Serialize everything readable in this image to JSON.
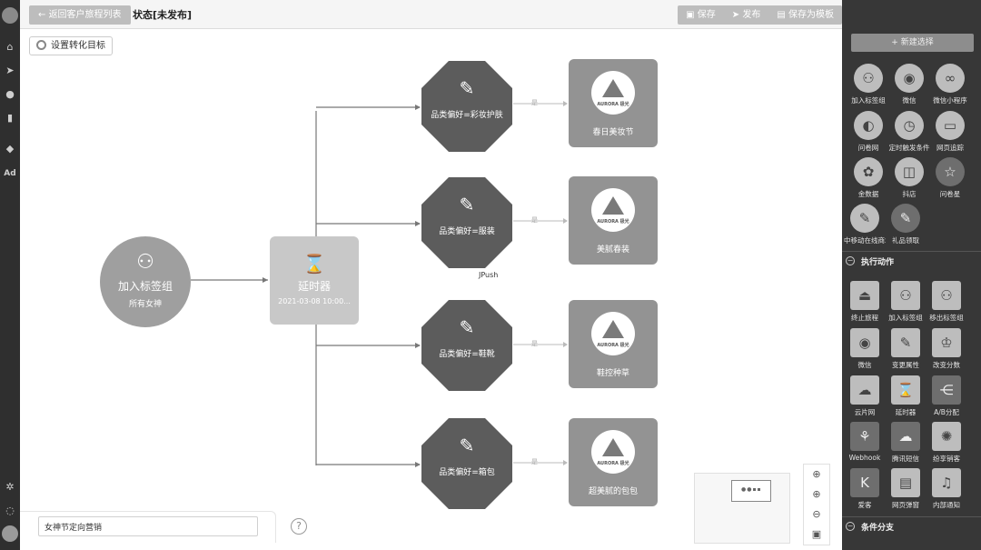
{
  "topbar": {
    "back_label": "返回客户旅程列表",
    "status_label": "状态[未发布]",
    "actions": [
      {
        "icon": "save-icon",
        "label": "保存"
      },
      {
        "icon": "send-icon",
        "label": "发布"
      },
      {
        "icon": "template-icon",
        "label": "保存为模板"
      }
    ]
  },
  "canvas": {
    "goal_label": "设置转化目标",
    "start_node": {
      "title": "加入标签组",
      "subtitle": "所有女神"
    },
    "delay_node": {
      "title": "延时器",
      "subtitle": "2021-03-08 10:00..."
    },
    "edge_label": "是",
    "branch_note": "JPush",
    "conditions": [
      {
        "label": "品类偏好=彩妆护肤"
      },
      {
        "label": "品类偏好=服装"
      },
      {
        "label": "品类偏好=鞋靴"
      },
      {
        "label": "品类偏好=箱包"
      }
    ],
    "actions": [
      {
        "label": "春日美妆节",
        "brand": "AURORA 极光"
      },
      {
        "label": "美腻春装",
        "brand": "AURORA 极光"
      },
      {
        "label": "鞋控种草",
        "brand": "AURORA 极光"
      },
      {
        "label": "超美腻的包包",
        "brand": "AURORA 极光"
      }
    ],
    "journey_name": "女神节定向营销",
    "help_glyph": "?"
  },
  "panel": {
    "new_button": "+ 新建选择",
    "triggers": [
      "加入标签组",
      "微信",
      "微信小程序",
      "问卷网",
      "定时触发条件",
      "网页追踪",
      "金数据",
      "抖店",
      "问卷星",
      "中移动在线商城",
      "礼品领取"
    ],
    "section_actions": "执行动作",
    "actions": [
      "终止旅程",
      "加入标签组",
      "移出标签组",
      "微信",
      "变更属性",
      "改变分数",
      "云片网",
      "延时器",
      "A/B分配",
      "Webhook",
      "腾讯短信",
      "纷享销客",
      "爱客",
      "网页弹窗",
      "内部通知"
    ],
    "section_conditions": "条件分支"
  }
}
